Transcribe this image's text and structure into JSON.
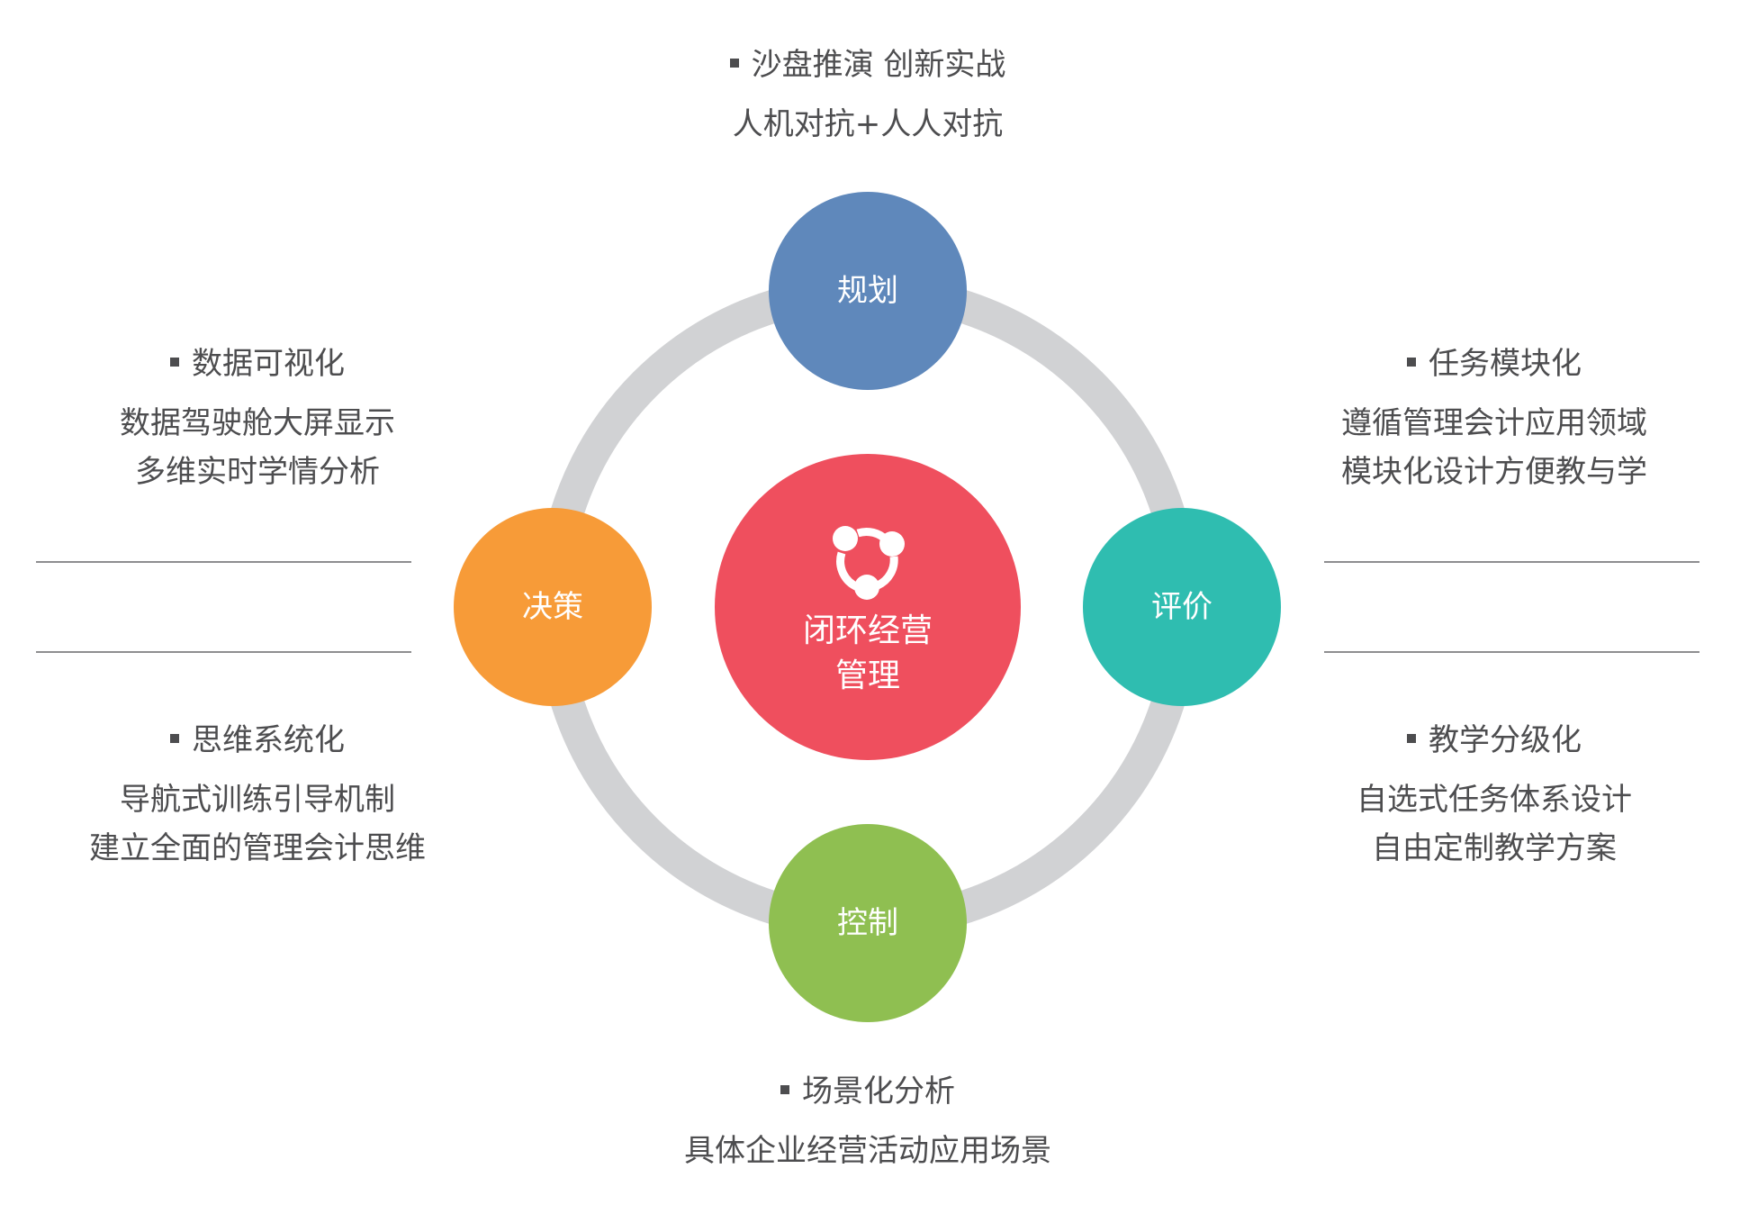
{
  "center": {
    "line1": "闭环经营",
    "line2": "管理",
    "icon": "cycle-icon",
    "color": "#ef4f5e"
  },
  "nodes": {
    "top": {
      "label": "规划",
      "color": "#5f88bb"
    },
    "left": {
      "label": "决策",
      "color": "#f79b38"
    },
    "right": {
      "label": "评价",
      "color": "#2fbdb0"
    },
    "bottom": {
      "label": "控制",
      "color": "#8fbf51"
    }
  },
  "ring_color": "#d1d2d4",
  "features": {
    "top": {
      "title": "沙盘推演 创新实战",
      "lines": [
        "人机对抗+人人对抗"
      ]
    },
    "left_top": {
      "title": "数据可视化",
      "lines": [
        "数据驾驶舱大屏显示",
        "多维实时学情分析"
      ]
    },
    "left_bottom": {
      "title": "思维系统化",
      "lines": [
        "导航式训练引导机制",
        "建立全面的管理会计思维"
      ]
    },
    "right_top": {
      "title": "任务模块化",
      "lines": [
        "遵循管理会计应用领域",
        "模块化设计方便教与学"
      ]
    },
    "right_bottom": {
      "title": "教学分级化",
      "lines": [
        "自选式任务体系设计",
        "自由定制教学方案"
      ]
    },
    "bottom": {
      "title": "场景化分析",
      "lines": [
        "具体企业经营活动应用场景"
      ]
    }
  }
}
